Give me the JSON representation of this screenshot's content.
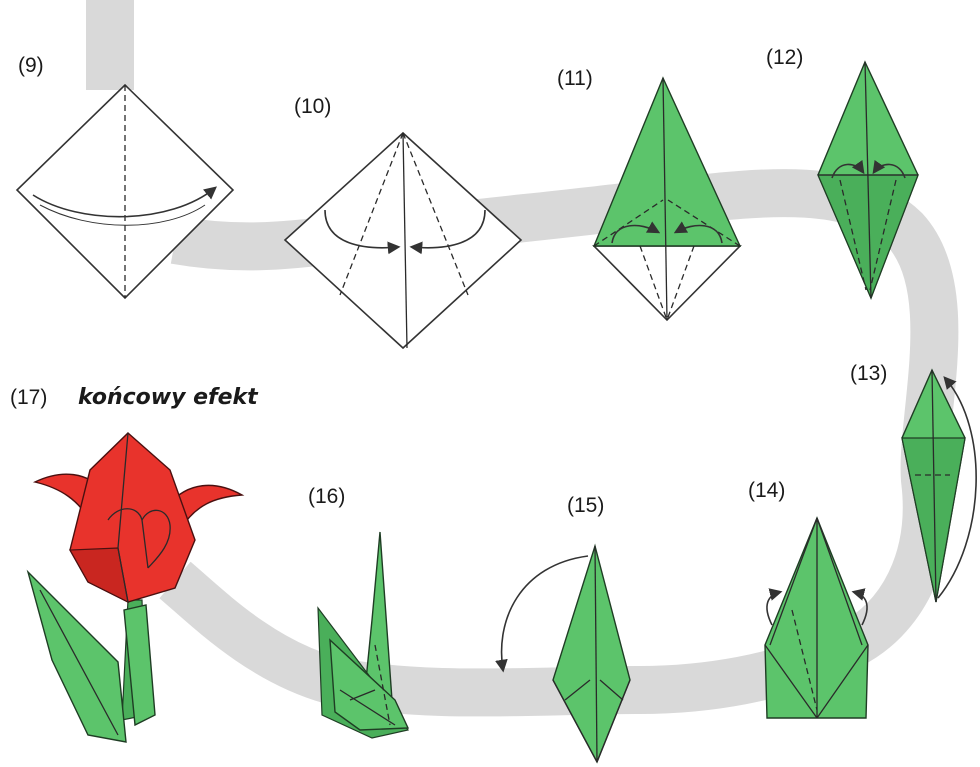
{
  "steps": [
    {
      "label": "(9)"
    },
    {
      "label": "(10)"
    },
    {
      "label": "(11)"
    },
    {
      "label": "(12)"
    },
    {
      "label": "(13)"
    },
    {
      "label": "(14)"
    },
    {
      "label": "(15)"
    },
    {
      "label": "(16)"
    },
    {
      "label": "(17)"
    }
  ],
  "final_caption": "końcowy efekt",
  "colors": {
    "band": "#d9d9d9",
    "green": "#5cc46b",
    "red": "#e8332c"
  }
}
